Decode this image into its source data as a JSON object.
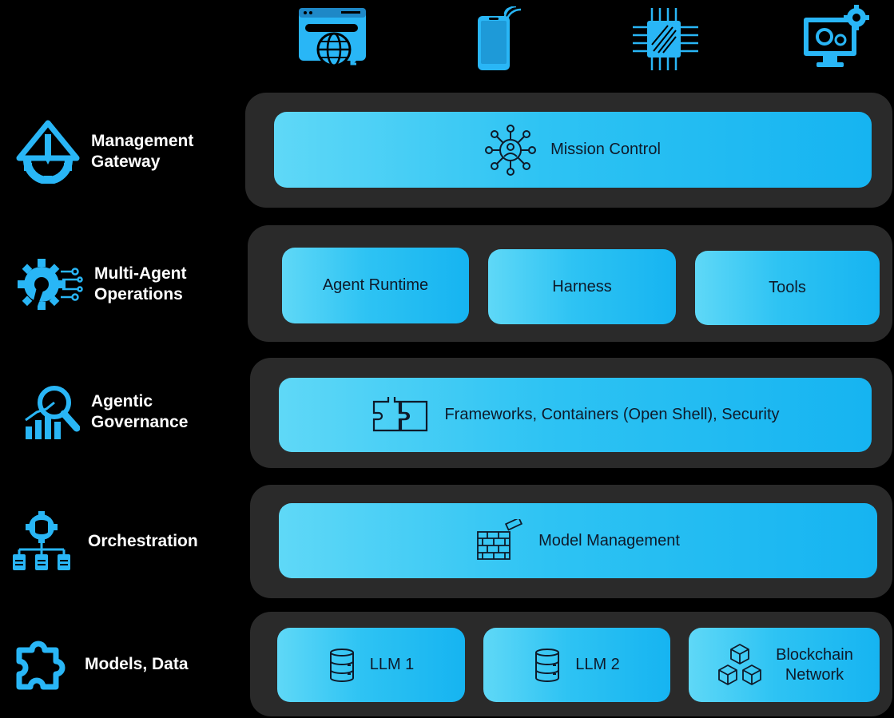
{
  "colors": {
    "background": "#000000",
    "panel": "#2a2a2a",
    "box_gradient_start": "#5fd8f7",
    "box_gradient_end": "#16b4f1",
    "icon_accent": "#29b6f6",
    "label_text": "#ffffff",
    "box_text": "#0e1a2a"
  },
  "top_icons": [
    "web-browser-globe-icon",
    "smartphone-icon",
    "processor-chip-icon",
    "monitor-settings-icon"
  ],
  "layers": {
    "management": {
      "label": "Management\nGateway",
      "icon": "pencil-ruler-gear-icon",
      "box": {
        "label": "Mission Control",
        "icon": "network-user-icon"
      }
    },
    "operations": {
      "label": "Multi-Agent\nOperations",
      "icon": "wrench-gear-circuit-icon",
      "boxes": [
        {
          "label": "Agent Runtime"
        },
        {
          "label": "Harness"
        },
        {
          "label": "Tools"
        }
      ]
    },
    "governance": {
      "label": "Agentic\nGovernance",
      "icon": "analytics-magnifier-icon",
      "box": {
        "label": "Frameworks, Containers (Open Shell), Security",
        "icon": "puzzle-pieces-icon"
      }
    },
    "orchestration": {
      "label": "Orchestration",
      "icon": "database-gear-hierarchy-icon",
      "box": {
        "label": "Model Management",
        "icon": "brick-wall-icon"
      }
    },
    "models": {
      "label": "Models, Data",
      "icon": "puzzle-piece-icon",
      "boxes": [
        {
          "label": "LLM 1",
          "icon": "database-icon"
        },
        {
          "label": "LLM 2",
          "icon": "database-icon"
        },
        {
          "label": "Blockchain\nNetwork",
          "icon": "blockchain-cubes-icon"
        }
      ]
    }
  }
}
